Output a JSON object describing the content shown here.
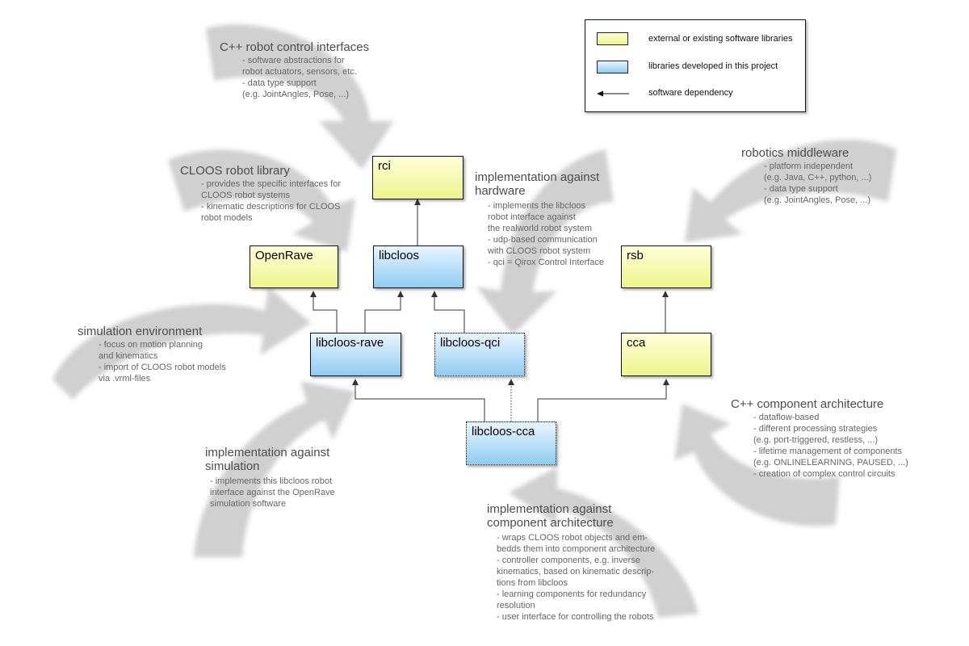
{
  "legend": {
    "external": "external or existing software libraries",
    "project": "libraries developed in this project",
    "dependency": "software dependency",
    "colors": {
      "external": "#eef58f",
      "project": "#8fcdf2"
    }
  },
  "boxes": {
    "rci": "rci",
    "openrave": "OpenRave",
    "libcloos": "libcloos",
    "rsb": "rsb",
    "libcloos_rave": "libcloos-rave",
    "libcloos_qci": "libcloos-qci",
    "cca": "cca",
    "libcloos_cca": "libcloos-cca"
  },
  "annotations": {
    "cpp_interfaces": {
      "title": "C++ robot control interfaces",
      "items": [
        "- software abstractions for\n  robot actuators, sensors, etc.",
        "- data type support\n  (e.g. JointAngles, Pose, ...)"
      ]
    },
    "cloos_library": {
      "title": "CLOOS robot library",
      "items": [
        "- provides the specific interfaces for\n  CLOOS robot systems",
        "- kinematic descriptions for CLOOS\n  robot models"
      ]
    },
    "hardware": {
      "title": "implementation against\nhardware",
      "items": [
        "- implements the libcloos\n  robot interface against\n  the realworld robot system",
        "- udp-based communication\n  with CLOOS robot system",
        "- qci = Qirox Control Interface"
      ]
    },
    "middleware": {
      "title": "robotics middleware",
      "items": [
        "- platform independent\n  (e.g. Java, C++, python, ...)",
        "- data type support\n  (e.g. JointAngles, Pose, ...)"
      ]
    },
    "simulation_env": {
      "title": "simulation environment",
      "items": [
        "- focus on motion planning\n  and kinematics",
        "- import of CLOOS robot models\n  via .vrml-files"
      ]
    },
    "component_arch": {
      "title": "C++ component architecture",
      "items": [
        "- dataflow-based",
        "- different processing strategies\n  (e.g. port-triggered, restless, ...)",
        "- lifetime management of components\n  (e.g. ONLINELEARNING, PAUSED, ...)",
        "- creation of complex control circuits"
      ]
    },
    "simulation_impl": {
      "title": "implementation against\nsimulation",
      "items": [
        "- implements this libcloos robot\n  interface against the OpenRave\n  simulation software"
      ]
    },
    "component_impl": {
      "title": "implementation against\ncomponent architecture",
      "items": [
        "- wraps CLOOS robot objects and em-\n  bedds them into component architecture",
        "- controller components, e.g. inverse\n  kinematics, based on kinematic descrip-\n  tions from libcloos",
        "- learning components for redundancy\n  resolution",
        "- user interface for controlling the robots"
      ]
    }
  }
}
